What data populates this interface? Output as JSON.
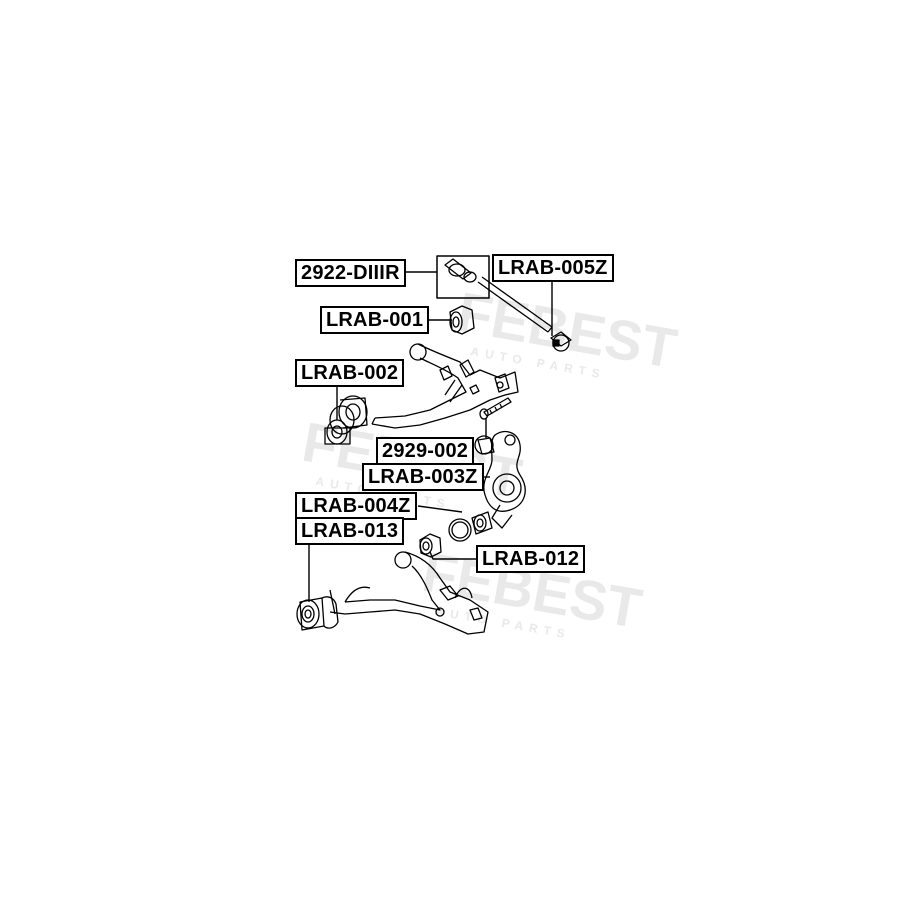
{
  "watermark": {
    "brand": "FEBEST",
    "tagline": "AUTO PARTS"
  },
  "part_labels": {
    "tie_rod": "2922-DIIIR",
    "bushing_005z": "LRAB-005Z",
    "bushing_001": "LRAB-001",
    "bushing_002": "LRAB-002",
    "bolt_2929": "2929-002",
    "bushing_003z": "LRAB-003Z",
    "bushing_004z": "LRAB-004Z",
    "bushing_013": "LRAB-013",
    "bushing_012": "LRAB-012"
  },
  "colors": {
    "line": "#000000",
    "watermark": "#e6e6e6",
    "label_border": "#000000"
  }
}
